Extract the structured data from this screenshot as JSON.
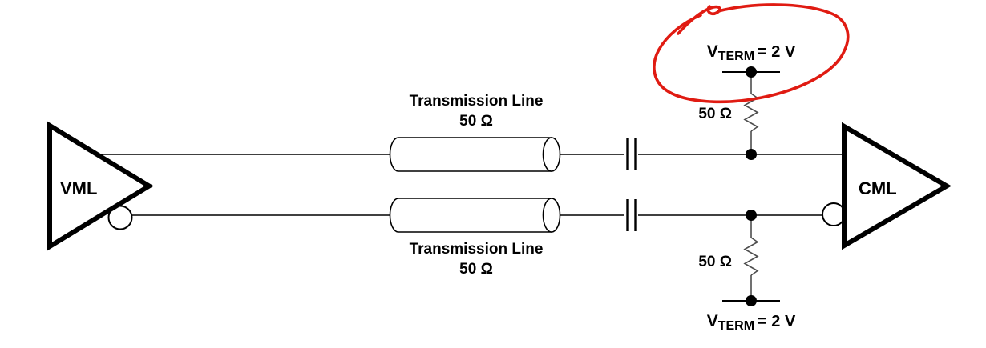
{
  "schematic": {
    "driver": {
      "label": "VML"
    },
    "receiver": {
      "label": "CML"
    },
    "transmission_lines": {
      "top": {
        "title": "Transmission Line",
        "impedance": "50 Ω"
      },
      "bottom": {
        "title": "Transmission Line",
        "impedance": "50 Ω"
      }
    },
    "terminations": {
      "top": {
        "resistor": "50 Ω",
        "rail": {
          "symbol": "V",
          "subscript": "TERM",
          "value": "= 2 V"
        }
      },
      "bottom": {
        "resistor": "50 Ω",
        "rail": {
          "symbol": "V",
          "subscript": "TERM",
          "value": "= 2 V"
        }
      }
    }
  },
  "annotation": {
    "type": "hand-drawn circle",
    "target": "top VTERM rail",
    "color": "#e01b12"
  },
  "colors": {
    "ink": "#000000",
    "resistor_stroke": "#4d4d4d",
    "background": "#ffffff"
  }
}
